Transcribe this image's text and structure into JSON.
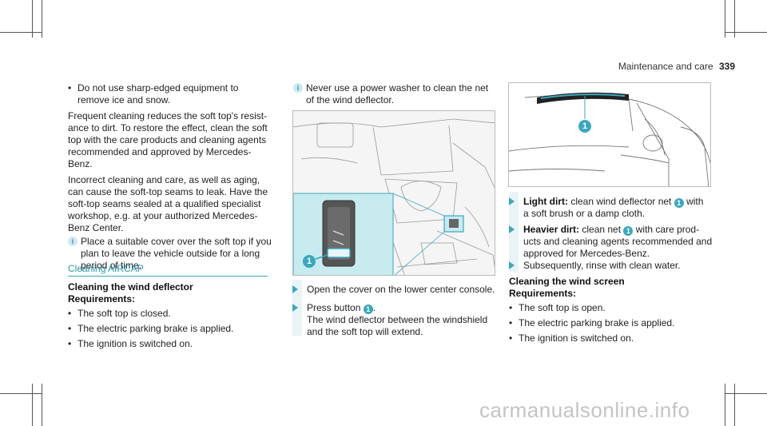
{
  "header": {
    "section": "Maintenance and care",
    "page_number": "339"
  },
  "col1": {
    "bullet_top": "•",
    "bullet_top_text": [
      "Do not use sharp-edged equipment to",
      "remove ice and snow."
    ],
    "para1": [
      "Frequent cleaning reduces the soft top's resist-",
      "ance to dirt. To restore the effect, clean the soft",
      "top with the care products and cleaning agents",
      "recommended and approved by Mercedes-Benz."
    ],
    "para2": [
      "Incorrect cleaning and care, as well as aging,",
      "can cause the soft-top seams to leak. Have the",
      "soft-top seams sealed at a qualified specialist",
      "workshop, e.g. at your authorized Mercedes-",
      "Benz Center."
    ],
    "note_icon": "i",
    "note": [
      "Place a suitable cover over the soft top if you",
      "plan to leave the vehicle outside for a long",
      "period of time."
    ],
    "section_title": "Cleaning AIRCAP",
    "subsection_title": "Cleaning the wind deflector",
    "requirements_label": "Requirements:",
    "requirements": [
      "The soft top is closed.",
      "The electric parking brake is applied.",
      "The ignition is switched on."
    ]
  },
  "col2": {
    "note_icon": "i",
    "note": [
      "Never use a power washer to clean the net",
      "of the wind deflector."
    ],
    "callout": "1",
    "step1": "Open the cover on the lower center console.",
    "step2_pre": "Press button ",
    "step2_callout": "1",
    "step2_post": ".",
    "step2_extra": [
      "The wind deflector between the windshield",
      "and the soft top will extend."
    ]
  },
  "col3": {
    "callout": "1",
    "light_dirt_label": "Light dirt:",
    "light_dirt_pre": " clean wind deflector net ",
    "light_dirt_callout": "1",
    "light_dirt_post": " with",
    "light_dirt_line2": "a soft brush or a damp cloth.",
    "heavier_dirt_label": "Heavier dirt:",
    "heavier_dirt_pre": " clean net ",
    "heavier_dirt_callout": "1",
    "heavier_dirt_post": " with care prod-",
    "heavier_dirt_lines": [
      "ucts and cleaning agents recommended and",
      "approved for Mercedes-Benz."
    ],
    "subsequently": "Subsequently, rinse with clean water.",
    "subsection_title": "Cleaning the wind screen",
    "requirements_label": "Requirements:",
    "requirements": [
      "The soft top is open.",
      "The electric parking brake is applied.",
      "The ignition is switched on."
    ]
  },
  "watermark": "carmanualsonline.info"
}
